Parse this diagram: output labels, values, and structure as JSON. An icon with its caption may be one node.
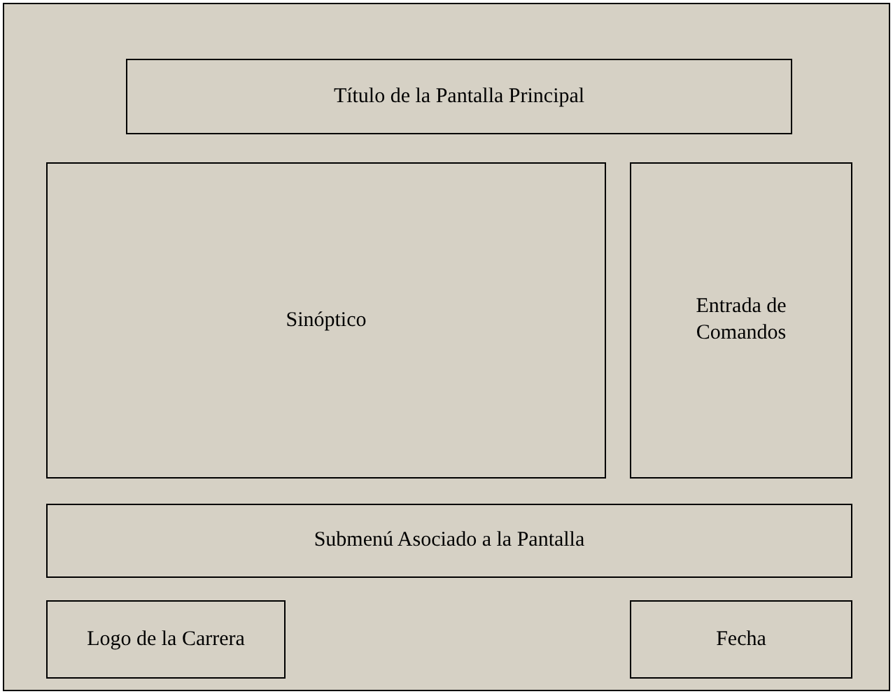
{
  "diagram": {
    "nodes": [
      {
        "text": [],
        "shape": "box"
      },
      {
        "text": [
          "Título de la Pantalla Principal"
        ],
        "in": 0
      },
      {
        "text": [
          "Sinóptico"
        ],
        "in": 0
      },
      {
        "text": [
          "Entrada de Comandos"
        ],
        "in": 0
      },
      {
        "text": [
          "Submenú Asociado a la Pantalla"
        ],
        "in": 0
      },
      {
        "text": [
          "Logo de la Carrera"
        ],
        "in": 0
      },
      {
        "text": [
          "Fecha"
        ],
        "in": 0
      }
    ]
  }
}
